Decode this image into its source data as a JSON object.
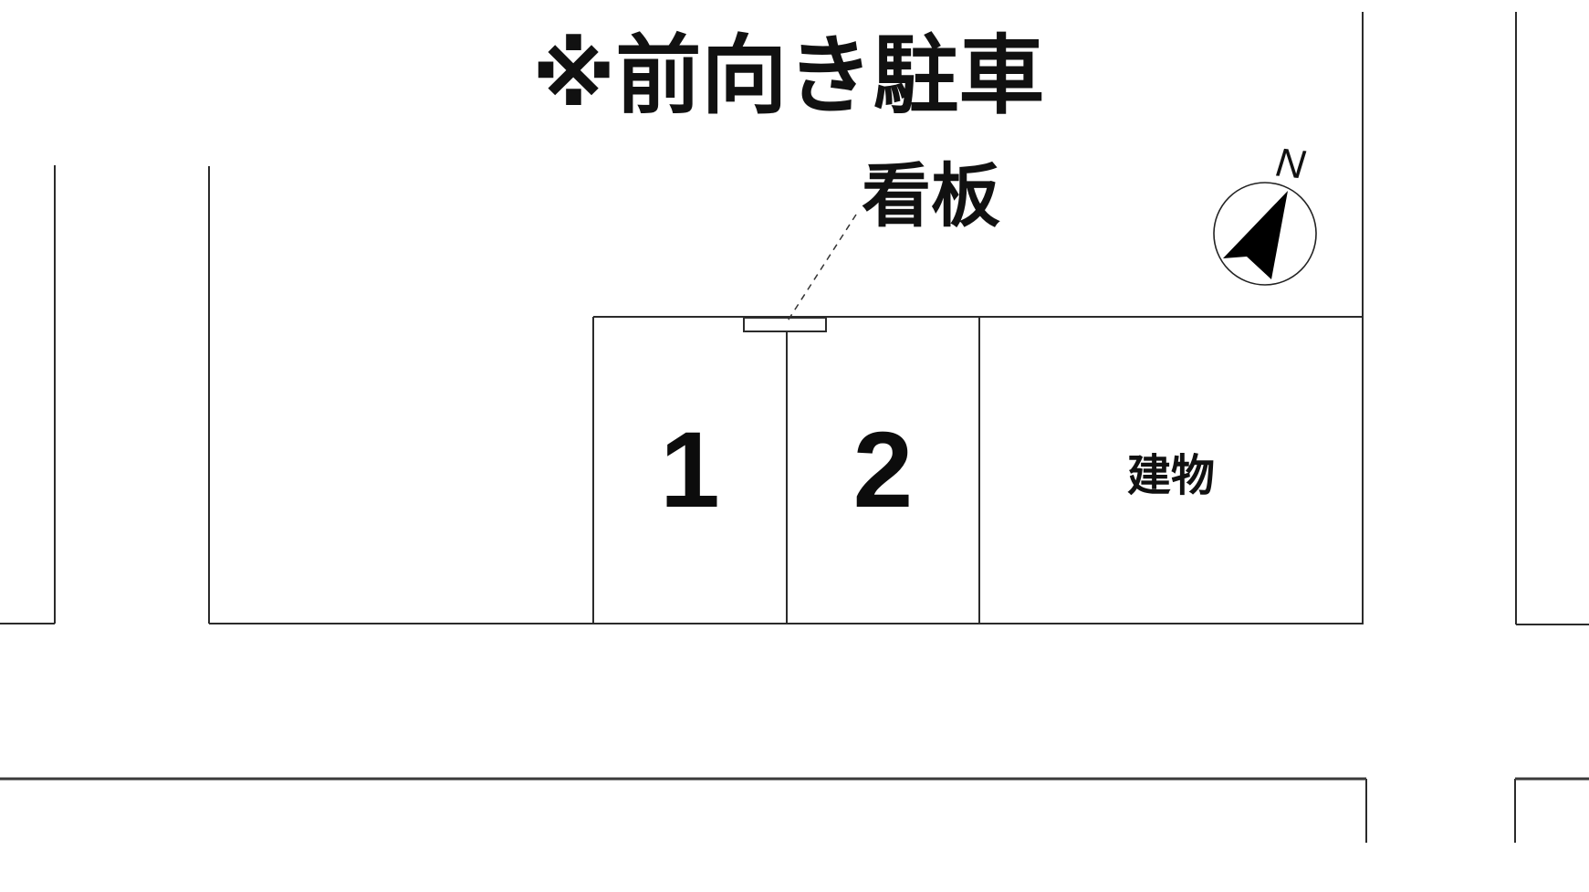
{
  "diagram": {
    "title": "※前向き駐車",
    "signboard": {
      "label": "看板"
    },
    "spots": [
      {
        "number": "1"
      },
      {
        "number": "2"
      }
    ],
    "building": {
      "label": "建物"
    },
    "compass": {
      "north_label": "N"
    },
    "colors": {
      "line": "#2b2b2b",
      "background": "#ffffff",
      "text": "#111111"
    }
  }
}
